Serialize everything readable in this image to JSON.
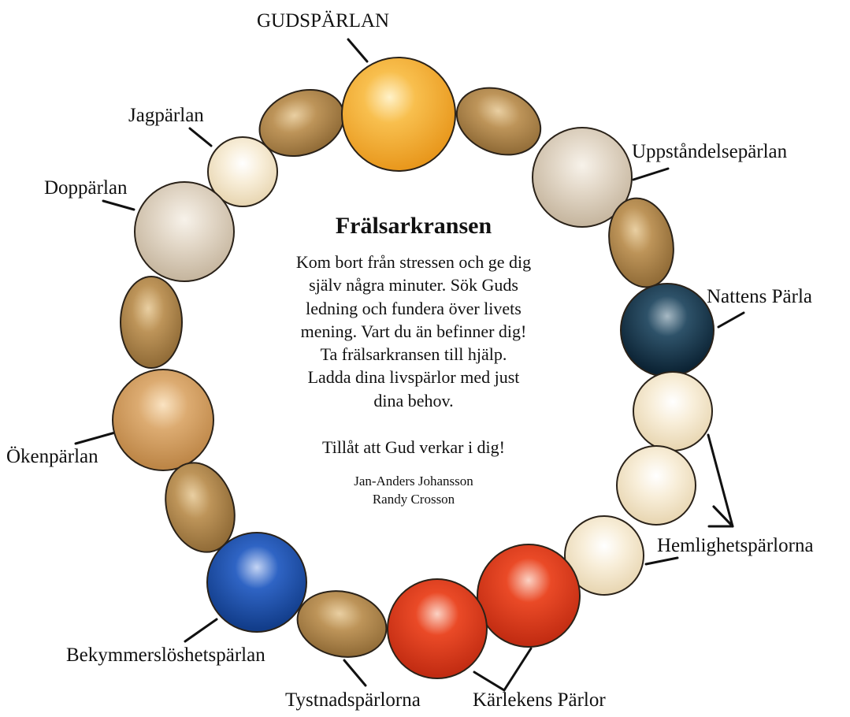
{
  "center": {
    "title": "Frälsarkransen",
    "lines": [
      "Kom bort från stressen och ge dig",
      "själv några minuter. Sök Guds",
      "ledning och fundera över livets",
      "mening. Vart du än befinner dig!",
      "Ta frälsarkransen till hjälp.",
      "Ladda dina livspärlor med just",
      "dina behov."
    ],
    "closing": "Tillåt att Gud verkar i dig!",
    "authors": [
      "Jan-Anders Johansson",
      "Randy Crosson"
    ]
  },
  "labels": {
    "gudsparlan": "GUDSPÄRLAN",
    "jagparlan": "Jagpärlan",
    "dopparlan": "Doppärlan",
    "okenparlan": "Ökenpärlan",
    "bekymmerslos": "Bekymmerslöshetspärlan",
    "tystnad": "Tystnadspärlorna",
    "karlekens": "Kärlekens Pärlor",
    "hemlighets": "Hemlighetspärlorna",
    "nattens": "Nattens Pärla",
    "uppstandelse": "Uppståndelsepärlan"
  },
  "colors": {
    "gold": "#f5aa2a",
    "tan_oval": "#b38a50",
    "cream": "#f3e6cc",
    "greige": "#d9ccba",
    "sand": "#d7a36a",
    "navy": "#13364d",
    "blue": "#1e4fa8",
    "red": "#de3a1e"
  }
}
